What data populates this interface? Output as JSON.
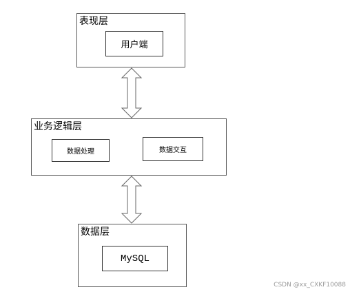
{
  "presentation_layer": {
    "title": "表现层",
    "component": "用户端"
  },
  "logic_layer": {
    "title": "业务逻辑层",
    "components": [
      "数据处理",
      "数据交互"
    ]
  },
  "data_layer": {
    "title": "数据层",
    "component": "MySQL"
  },
  "watermark": "CSDN @xx_CXKF10088",
  "colors": {
    "border": "#555555",
    "arrow_fill": "#ffffff",
    "arrow_stroke": "#666666"
  }
}
